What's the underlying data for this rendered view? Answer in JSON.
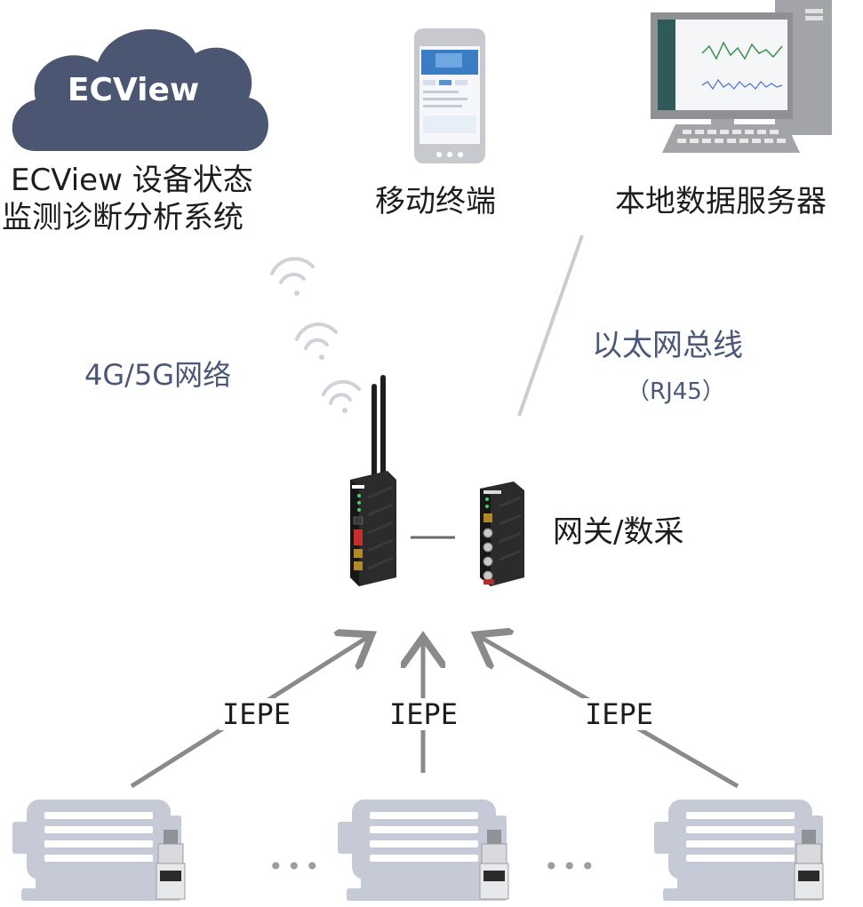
{
  "cloud": {
    "logo_text": "ECView",
    "caption_line1": "ECView 设备状态",
    "caption_line2": "监测诊断分析系统"
  },
  "mobile": {
    "label": "移动终端"
  },
  "server": {
    "label": "本地数据服务器"
  },
  "wireless": {
    "label": "4G/5G网络"
  },
  "ethernet": {
    "label": "以太网总线",
    "sublabel": "（RJ45）"
  },
  "gateway": {
    "label": "网关/数采"
  },
  "links": {
    "left": "IEPE",
    "middle": "IEPE",
    "right": "IEPE"
  },
  "ellipsis": [
    "•••",
    "•••"
  ],
  "colors": {
    "cloud": "#4a5672",
    "arrow": "#8a8a8a",
    "motor": "#c5cad6",
    "device": "#232323",
    "rj45_line": "#c9ccd3"
  }
}
